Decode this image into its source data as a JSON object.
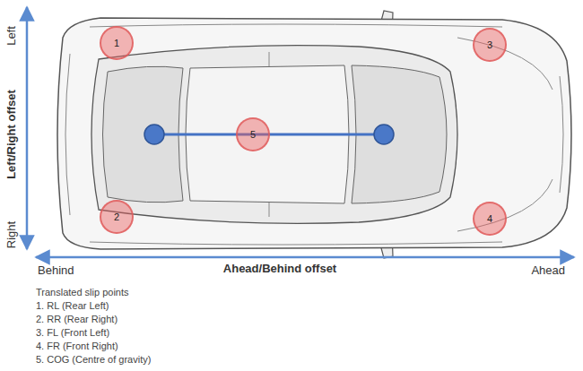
{
  "diagram": {
    "nodes": [
      {
        "text": [
          "1"
        ]
      },
      {
        "text": [
          "3"
        ]
      },
      {
        "text": [
          "5"
        ]
      },
      {
        "text": [
          "2"
        ]
      },
      {
        "text": [
          "4"
        ]
      }
    ],
    "labels": [
      "Left",
      "Left/Right offset",
      "Right",
      "Behind",
      "Ahead/Behind offset",
      "Ahead",
      "Translated slip points",
      "1. RL (Rear Left)",
      "2. RR (Rear Right)",
      "3. FL (Front Left)",
      "4. FR (Front Right)",
      "5. COG (Centre of gravity)"
    ]
  }
}
